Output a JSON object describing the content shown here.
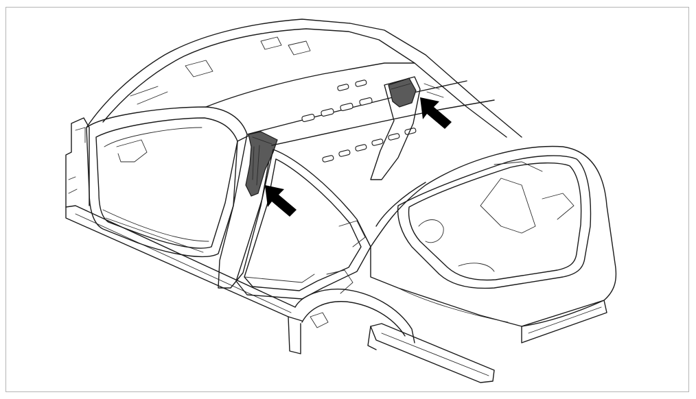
{
  "figure": {
    "subject": "car-body-in-white",
    "callouts": [
      {
        "id": "b-pillar-left",
        "pointer": "arrow-pointer-icon"
      },
      {
        "id": "b-pillar-right",
        "pointer": "arrow-pointer-icon"
      }
    ]
  },
  "colors": {
    "line": "#1a1a1a",
    "highlight_part": "#5a5a5a",
    "arrow": "#000000",
    "frame_border": "#b5b5b5",
    "background": "#ffffff"
  }
}
